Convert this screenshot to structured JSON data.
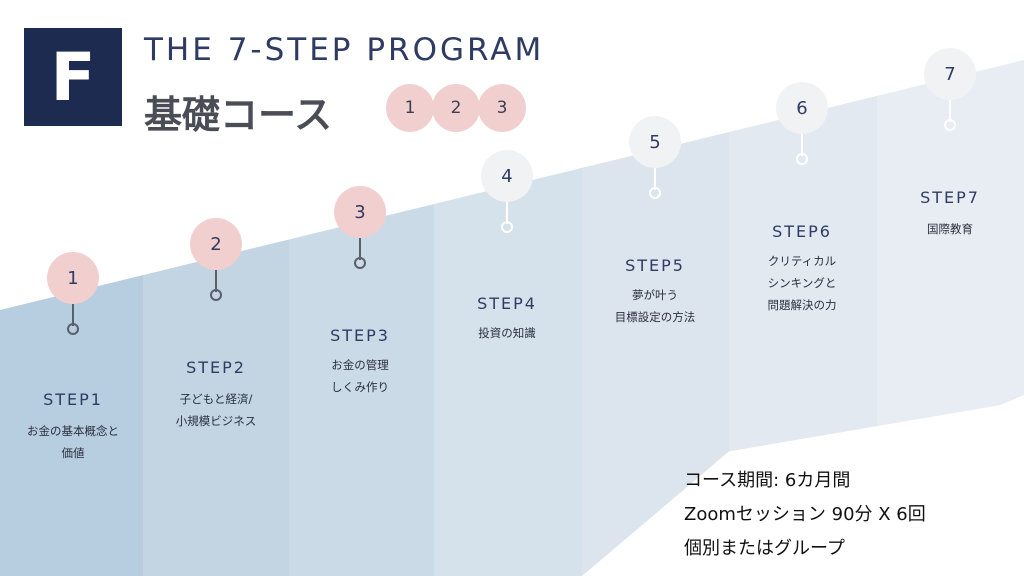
{
  "header": {
    "logo_letter": "F",
    "title_en": "THE 7-STEP PROGRAM",
    "title_jp": "基礎コース",
    "badges": [
      "1",
      "2",
      "3"
    ]
  },
  "steps": [
    {
      "number": "1",
      "label": "STEP1",
      "desc_lines": [
        "お金の基本概念と",
        "価値"
      ]
    },
    {
      "number": "2",
      "label": "STEP2",
      "desc_lines": [
        "子どもと経済/",
        "小規模ビジネス"
      ]
    },
    {
      "number": "3",
      "label": "STEP3",
      "desc_lines": [
        "お金の管理",
        "しくみ作り"
      ]
    },
    {
      "number": "4",
      "label": "STEP4",
      "desc_lines": [
        "投資の知識"
      ]
    },
    {
      "number": "5",
      "label": "STEP5",
      "desc_lines": [
        "夢が叶う",
        "目標設定の方法"
      ]
    },
    {
      "number": "6",
      "label": "STEP6",
      "desc_lines": [
        "クリティカル",
        "シンキングと",
        "問題解決の力"
      ]
    },
    {
      "number": "7",
      "label": "STEP7",
      "desc_lines": [
        "国際教育"
      ]
    }
  ],
  "info": {
    "line1": "コース期間: 6カ月間",
    "line2": "Zoomセッション 90分 X 6回",
    "line3": "個別またはグループ"
  },
  "colors": {
    "logo_bg": "#1e2b50",
    "title": "#2f3b63",
    "badge_pink": "#f2cfcf",
    "circle_grey": "#f1f2f4",
    "column_fills": [
      "#b7cde0",
      "#c3d4e3",
      "#cbdae7",
      "#d5e1eb",
      "#dce5ee",
      "#e2e9f0",
      "#e8edf3"
    ]
  }
}
